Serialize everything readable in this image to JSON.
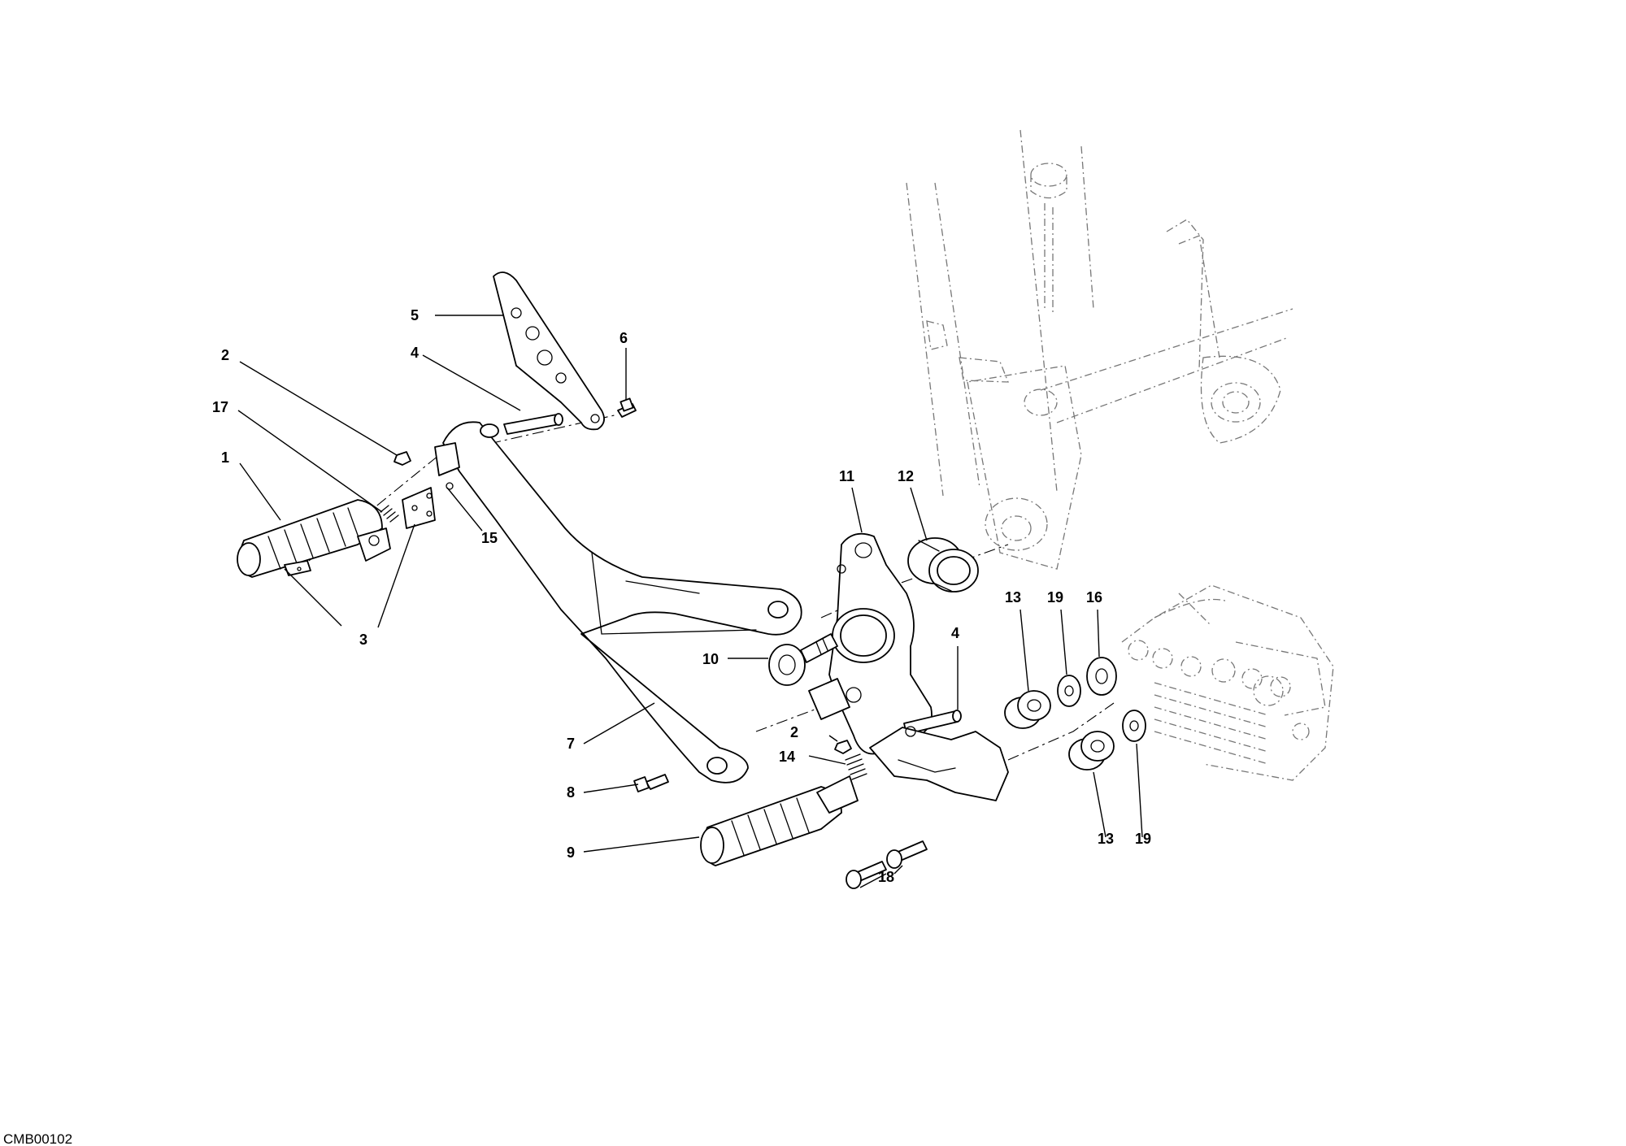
{
  "diagram": {
    "code": "CMB00102",
    "callouts": {
      "c1": "1",
      "c2a": "2",
      "c2b": "2",
      "c3": "3",
      "c4a": "4",
      "c4b": "4",
      "c5": "5",
      "c6": "6",
      "c7": "7",
      "c8": "8",
      "c9": "9",
      "c10": "10",
      "c11": "11",
      "c12": "12",
      "c13a": "13",
      "c13b": "13",
      "c14": "14",
      "c15": "15",
      "c16": "16",
      "c17": "17",
      "c18": "18",
      "c19a": "19",
      "c19b": "19"
    }
  }
}
